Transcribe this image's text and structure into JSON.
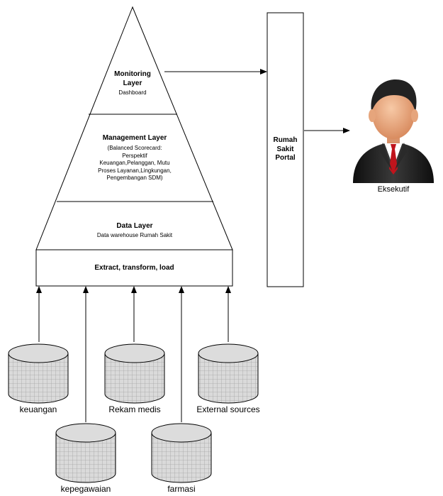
{
  "pyramid": {
    "monitoring": {
      "title_line1": "Monitoring",
      "title_line2": "Layer",
      "subtitle": "Dashboard"
    },
    "management": {
      "title": "Management Layer",
      "lines": [
        "(Balanced Scorecard:",
        "Perspektif",
        "Keuangan,Pelanggan, Mutu",
        "Proses Layanan,Lingkungan,",
        "Pengembangan SDM)"
      ]
    },
    "data_layer": {
      "title": "Data Layer",
      "subtitle": "Data warehouse Rumah Sakit"
    },
    "etl": {
      "label": "Extract, transform, load"
    }
  },
  "portal": {
    "line1": "Rumah",
    "line2": "Sakit",
    "line3": "Portal"
  },
  "executive": {
    "label": "Eksekutif"
  },
  "sources": {
    "keuangan": "keuangan",
    "kepegawaian": "kepegawaian",
    "rekam_medis": "Rekam medis",
    "farmasi": "farmasi",
    "external": "External sources"
  },
  "colors": {
    "line": "#000000",
    "db_fill": "#d9d9d9",
    "db_grid": "#9a9a9a",
    "suit": "#1a1a1a",
    "tie": "#c0141c",
    "skin": "#f2b48c"
  }
}
